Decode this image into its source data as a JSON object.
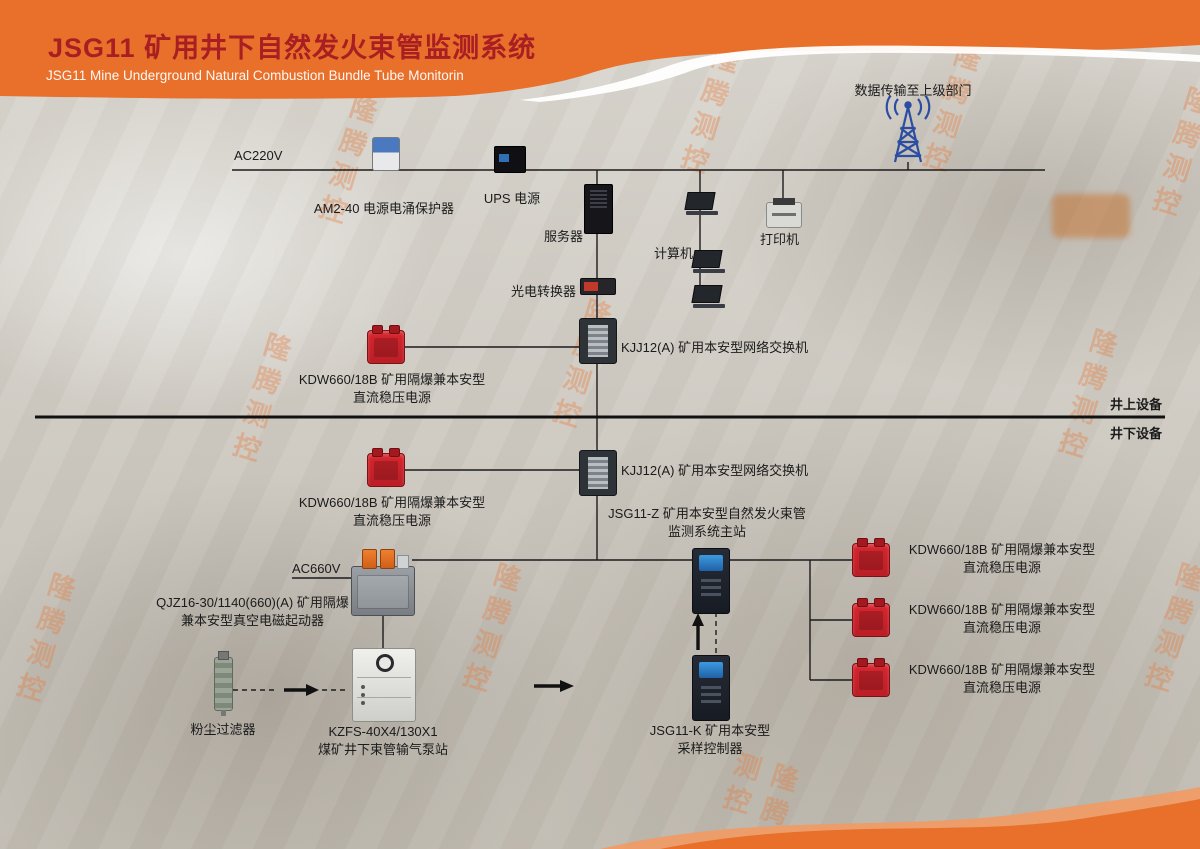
{
  "header": {
    "title": "JSG11 矿用井下自然发火束管监测系统",
    "subtitle": "JSG11 Mine Underground Natural Combustion Bundle Tube Monitorin"
  },
  "watermark": "隆腾测控",
  "colors": {
    "header_orange": "#E8702A",
    "title_red": "#A81E22",
    "device_red": "#C8232B",
    "device_navy": "#20242C",
    "antenna_blue": "#2B4EA2",
    "line": "#1C1C1C"
  },
  "zones": {
    "surface": "井上设备",
    "underground": "井下设备"
  },
  "nodes": {
    "data_link": {
      "label": "数据传输至上级部门"
    },
    "ac220v": {
      "label": "AC220V"
    },
    "surge_protector": {
      "label": "AM2-40 电源电涌保护器"
    },
    "ups": {
      "label": "UPS 电源"
    },
    "server": {
      "label": "服务器"
    },
    "computer": {
      "label": "计算机"
    },
    "printer": {
      "label": "打印机"
    },
    "optical_converter": {
      "label": "光电转换器"
    },
    "switch_surface": {
      "label": "KJJ12(A) 矿用本安型网络交换机"
    },
    "switch_underground": {
      "label": "KJJ12(A) 矿用本安型网络交换机"
    },
    "kdw_surface": {
      "line1": "KDW660/18B 矿用隔爆兼本安型",
      "line2": "直流稳压电源"
    },
    "kdw_underground": {
      "line1": "KDW660/18B 矿用隔爆兼本安型",
      "line2": "直流稳压电源"
    },
    "kdw_right_1": {
      "line1": "KDW660/18B 矿用隔爆兼本安型",
      "line2": "直流稳压电源"
    },
    "kdw_right_2": {
      "line1": "KDW660/18B 矿用隔爆兼本安型",
      "line2": "直流稳压电源"
    },
    "kdw_right_3": {
      "line1": "KDW660/18B 矿用隔爆兼本安型",
      "line2": "直流稳压电源"
    },
    "main_station": {
      "line1": "JSG11-Z 矿用本安型自然发火束管",
      "line2": "监测系统主站"
    },
    "ac660v": {
      "label": "AC660V"
    },
    "starter": {
      "line1": "QJZ16-30/1140(660)(A) 矿用隔爆",
      "line2": "兼本安型真空电磁起动器"
    },
    "pump_station": {
      "line1": "KZFS-40X4/130X1",
      "line2": "煤矿井下束管输气泵站"
    },
    "dust_filter": {
      "label": "粉尘过滤器"
    },
    "sampling_controller": {
      "line1": "JSG11-K 矿用本安型",
      "line2": "采样控制器"
    }
  }
}
